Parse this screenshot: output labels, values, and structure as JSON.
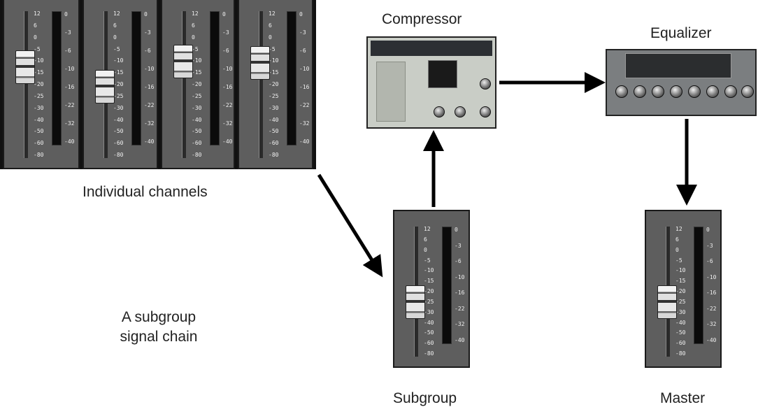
{
  "labels": {
    "compressor": "Compressor",
    "equalizer": "Equalizer",
    "individual_channels": "Individual channels",
    "subgroup": "Subgroup",
    "master": "Master",
    "caption_line1": "A subgroup",
    "caption_line2": "signal chain"
  },
  "fader_scale": [
    "12",
    "6",
    "0",
    "-5",
    "-10",
    "-15",
    "-20",
    "-25",
    "-30",
    "-40",
    "-50",
    "-60",
    "-80"
  ],
  "meter_scale": [
    "0",
    "-3",
    "-6",
    "-10",
    "-16",
    "-22",
    "-32",
    "-40"
  ],
  "colors": {
    "strip": "#5e5e5e",
    "arrow": "#000000",
    "background": "#ffffff"
  }
}
